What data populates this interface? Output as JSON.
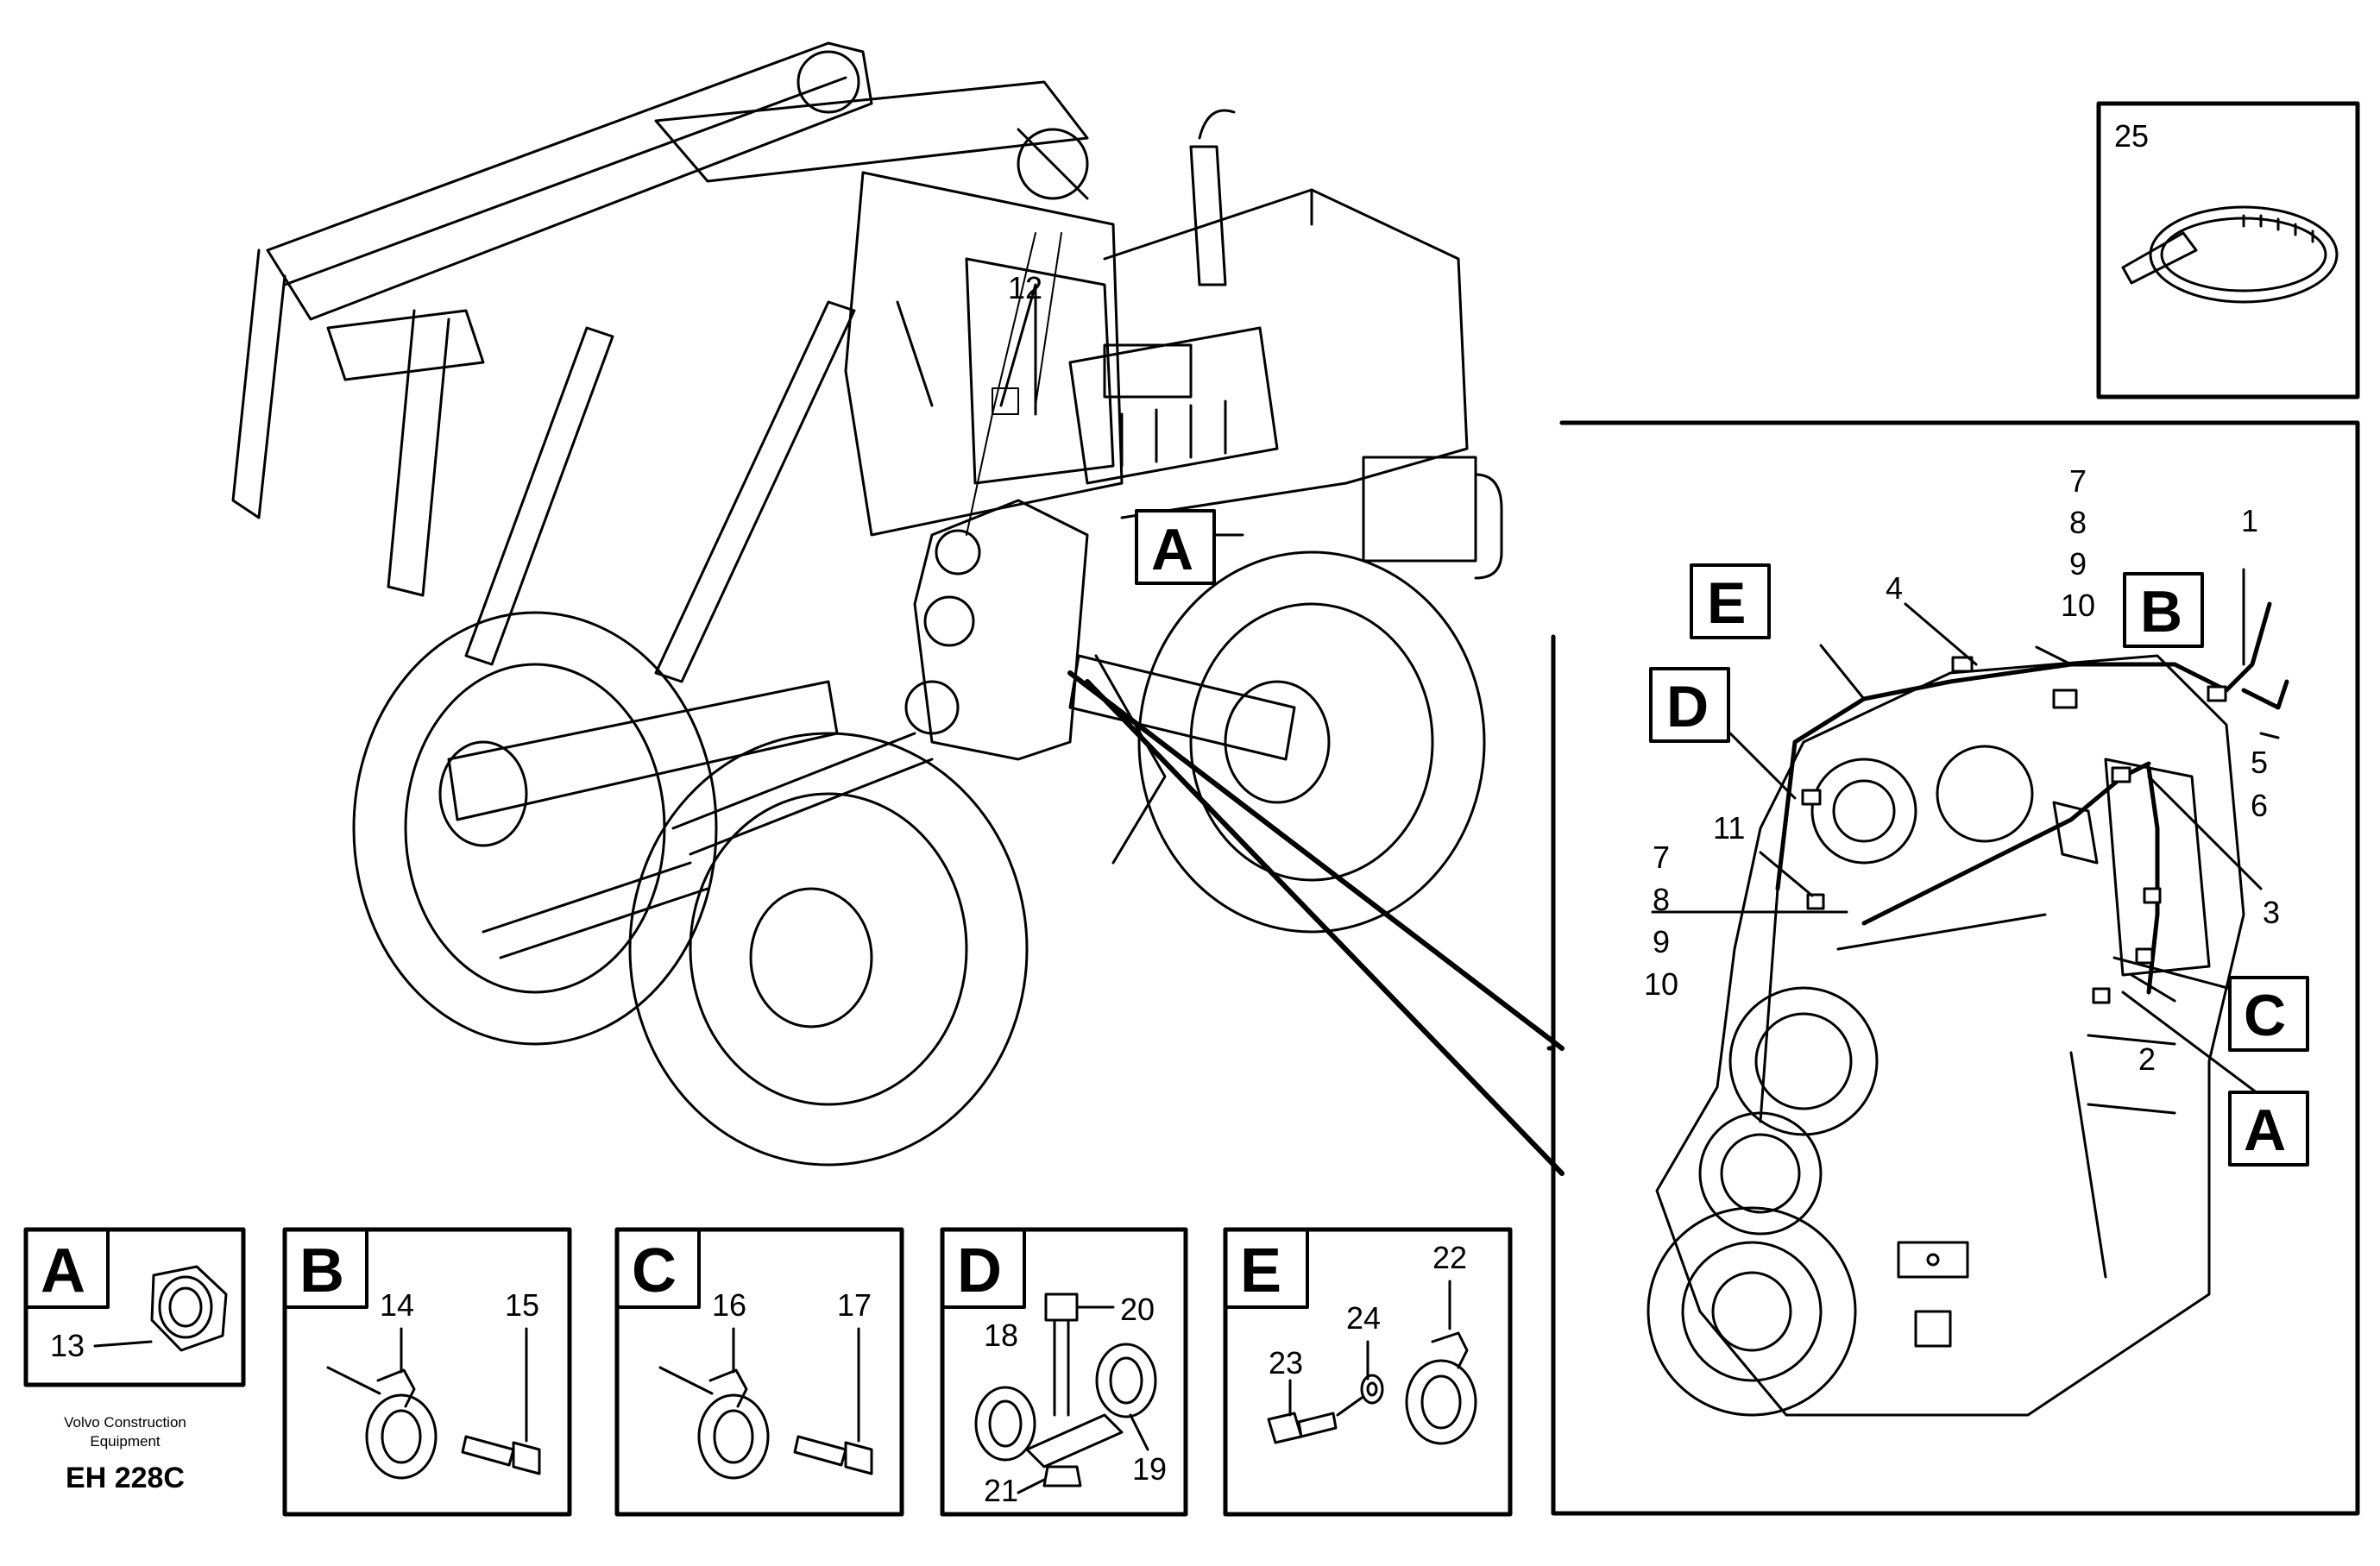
{
  "footer": {
    "publisher_line1": "Volvo Construction",
    "publisher_line2": "Equipment",
    "code": "EH 228C"
  },
  "callouts": {
    "machine_A": "A",
    "part_12": "12",
    "detail_B": "B",
    "detail_C": "C",
    "detail_A": "A",
    "detail_D": "D",
    "detail_E": "E",
    "n1": "1",
    "n2": "2",
    "n3": "3",
    "n4": "4",
    "n5": "5",
    "n6": "6",
    "n7a": "7",
    "n8a": "8",
    "n9a": "9",
    "n10a": "10",
    "n7b": "7",
    "n8b": "8",
    "n9b": "9",
    "n10b": "10",
    "n11": "11"
  },
  "part_25": "25",
  "panels": {
    "A": {
      "letter": "A",
      "parts": [
        "13"
      ]
    },
    "B": {
      "letter": "B",
      "parts": [
        "14",
        "15"
      ]
    },
    "C": {
      "letter": "C",
      "parts": [
        "16",
        "17"
      ]
    },
    "D": {
      "letter": "D",
      "parts": [
        "18",
        "19",
        "20",
        "21"
      ]
    },
    "E": {
      "letter": "E",
      "parts": [
        "22",
        "23",
        "24"
      ]
    }
  }
}
